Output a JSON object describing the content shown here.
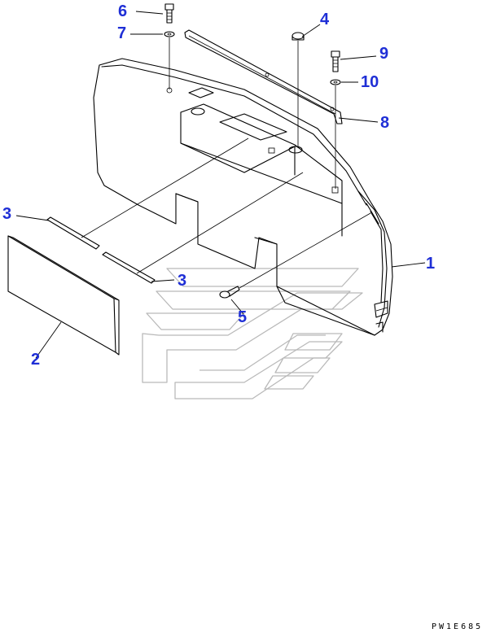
{
  "callouts": {
    "c1": "1",
    "c2": "2",
    "c3a": "3",
    "c3b": "3",
    "c4": "4",
    "c5": "5",
    "c6": "6",
    "c7": "7",
    "c8": "8",
    "c9": "9",
    "c10": "10"
  },
  "drawing_code": "PW1E685",
  "colors": {
    "callout": "#1f2fd6",
    "line": "#000000",
    "watermark": "#b9b9b9"
  }
}
